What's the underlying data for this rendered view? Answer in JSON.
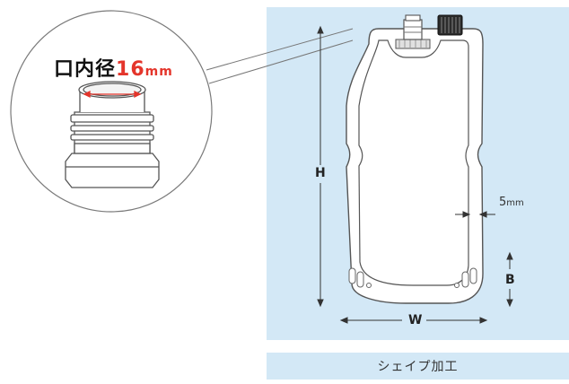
{
  "zoom": {
    "prefix": "口内径",
    "value": "16",
    "unit": "mm"
  },
  "dimensions": {
    "h_label": "H",
    "w_label": "W",
    "b_label": "B",
    "seal_value": "5",
    "seal_unit": "mm"
  },
  "caption": "シェイプ加工",
  "colors": {
    "panel": "#d3e8f6",
    "accent_red": "#e4352b",
    "outline": "#555555"
  }
}
